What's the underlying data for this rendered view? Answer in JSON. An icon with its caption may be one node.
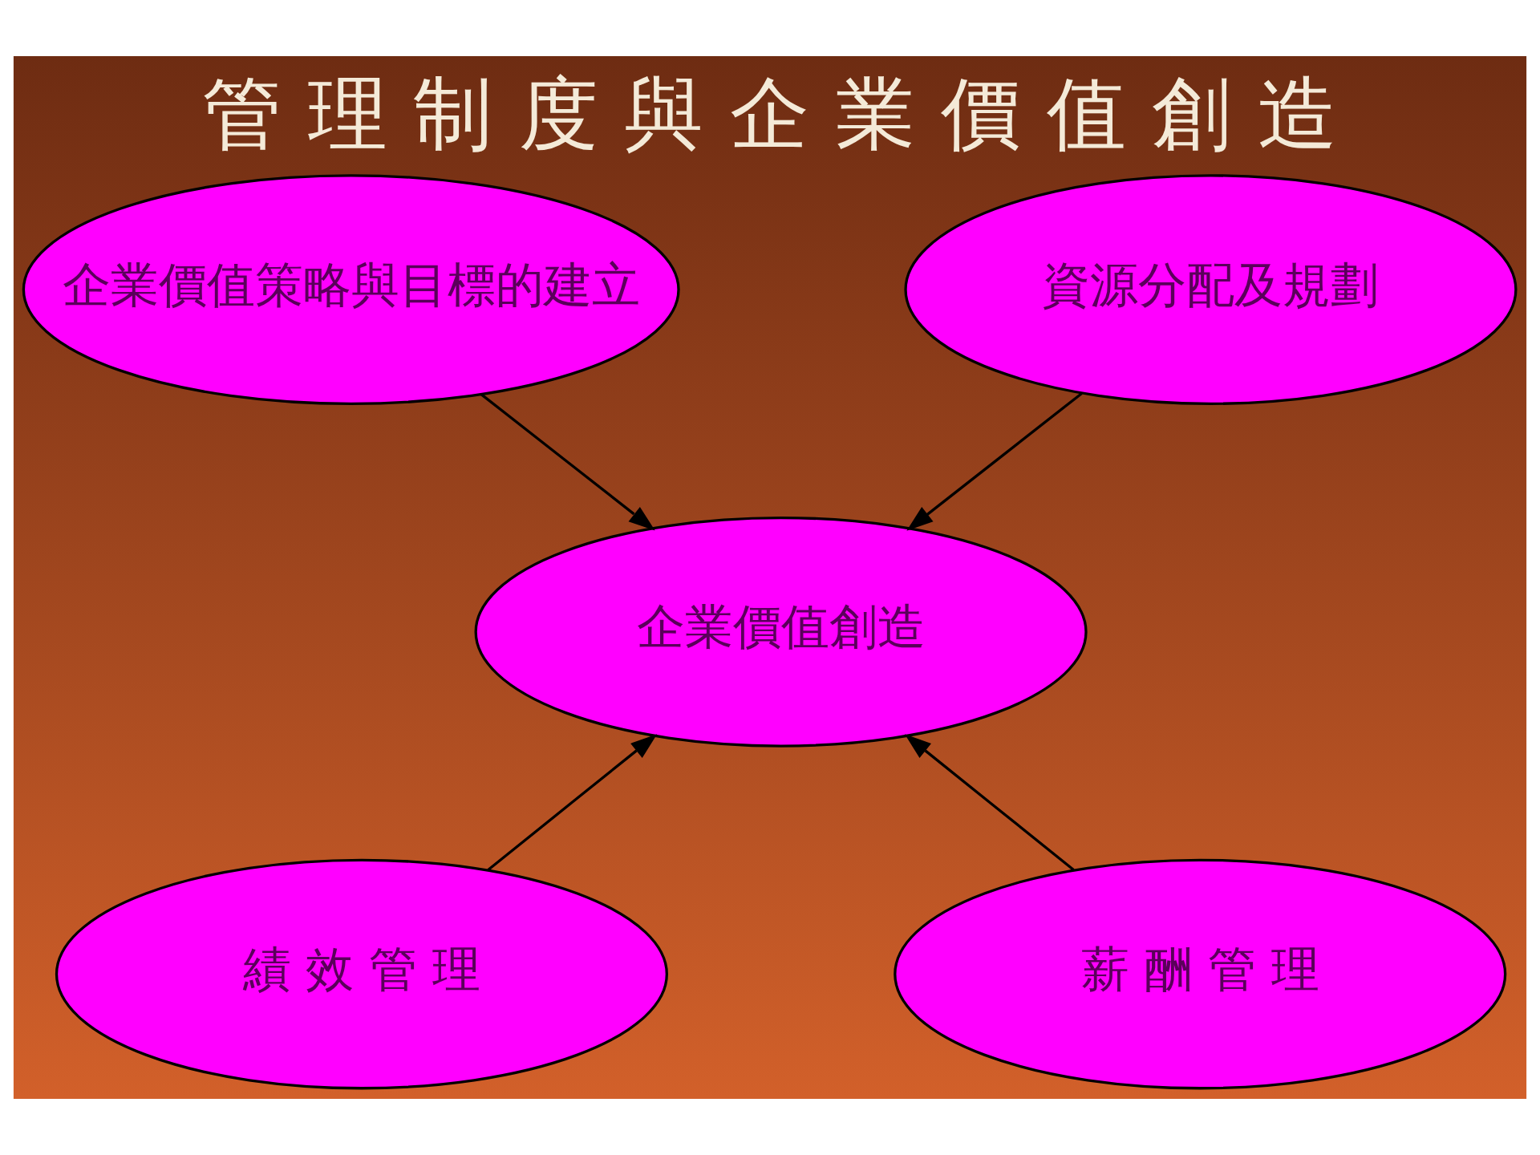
{
  "diagram": {
    "title": "管 理 制 度 與 企 業 價 值 創 造",
    "nodes": [
      {
        "text": [
          "企業價值策略與目標的建立"
        ]
      },
      {
        "text": [
          "資源分配及規劃"
        ]
      },
      {
        "text": [
          "企業價值創造"
        ]
      },
      {
        "text": [
          "績 效 管 理"
        ]
      },
      {
        "text": [
          "薪 酬 管 理"
        ]
      }
    ],
    "edges": [
      {
        "from": 0,
        "to": 2,
        "arrow": "to"
      },
      {
        "from": 1,
        "to": 2,
        "arrow": "to"
      },
      {
        "from": 3,
        "to": 2,
        "arrow": "to"
      },
      {
        "from": 4,
        "to": 2,
        "arrow": "to"
      }
    ]
  }
}
